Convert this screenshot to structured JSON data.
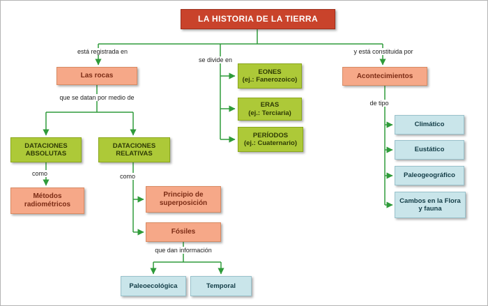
{
  "diagram": {
    "title": "LA HISTORIA DE LA TIERRA",
    "labels": {
      "registrada_en": "está registrada en",
      "se_divide_en": "se divide en",
      "constituida_por": "y está constituida por",
      "se_datan": "que se datan por medio de",
      "como_absolutas": "como",
      "como_relativas": "como",
      "dan_informacion": "que dan información",
      "de_tipo": "de tipo"
    },
    "nodes": {
      "rocas": "Las rocas",
      "dataciones_absolutas": "DATACIONES ABSOLUTAS",
      "dataciones_relativas": "DATACIONES RELATIVAS",
      "metodos_radiometricos": "Métodos radiométricos",
      "principio_superposicion": "Principio de superposición",
      "fosiles": "Fósiles",
      "paleoecologica": "Paleoecológica",
      "temporal": "Temporal",
      "eones": "EONES",
      "eones_ejemplo": "(ej.: Fanerozoico)",
      "eras": "ERAS",
      "eras_ejemplo": "(ej.: Terciaria)",
      "periodos": "PERÍODOS",
      "periodos_ejemplo": "(ej.: Cuaternario)",
      "acontecimientos": "Acontecimientos",
      "climatico": "Climático",
      "eustatico": "Eustático",
      "paleogeografico": "Paleogeográfico",
      "cambios_flora_fauna": "Cambos en la Flora y fauna"
    },
    "colors": {
      "title_bg": "#c9432b",
      "salmon_node": "#f6a888",
      "green_node": "#adc938",
      "blue_node": "#c9e5ea",
      "connector_green": "#2f9b3a"
    }
  }
}
